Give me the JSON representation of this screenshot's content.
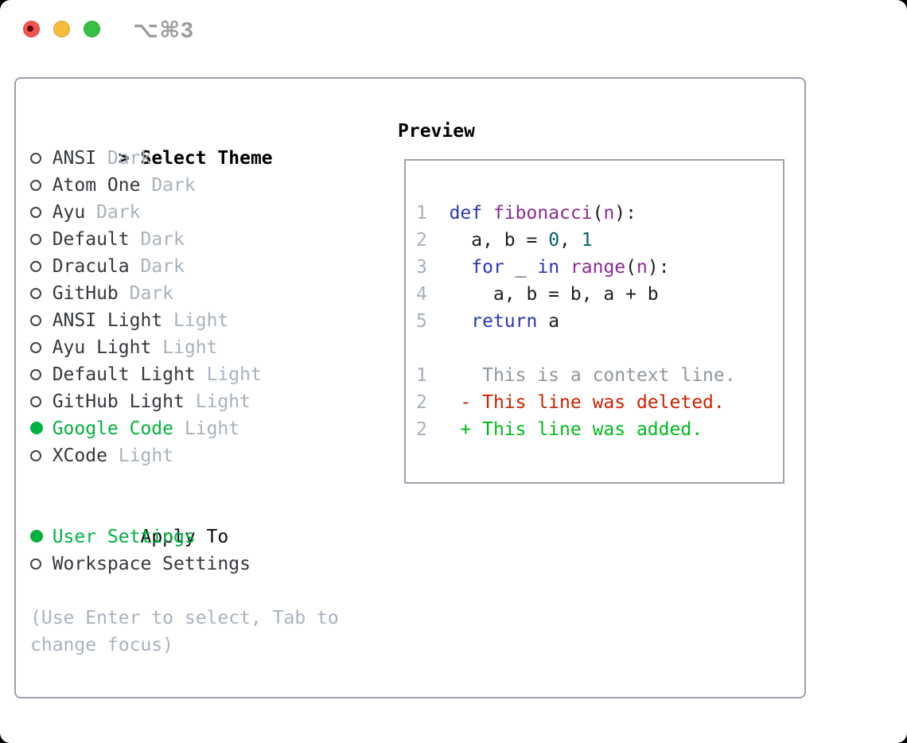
{
  "window": {
    "shortcut_label": "⌥⌘3"
  },
  "theme_panel": {
    "title": "Select Theme",
    "title_marker": ">",
    "themes": [
      {
        "name": "ANSI",
        "variant": "Dark",
        "selected": false
      },
      {
        "name": "Atom One",
        "variant": "Dark",
        "selected": false
      },
      {
        "name": "Ayu",
        "variant": "Dark",
        "selected": false
      },
      {
        "name": "Default",
        "variant": "Dark",
        "selected": false
      },
      {
        "name": "Dracula",
        "variant": "Dark",
        "selected": false
      },
      {
        "name": "GitHub",
        "variant": "Dark",
        "selected": false
      },
      {
        "name": "ANSI Light",
        "variant": "Light",
        "selected": false
      },
      {
        "name": "Ayu Light",
        "variant": "Light",
        "selected": false
      },
      {
        "name": "Default Light",
        "variant": "Light",
        "selected": false
      },
      {
        "name": "GitHub Light",
        "variant": "Light",
        "selected": false
      },
      {
        "name": "Google Code",
        "variant": "Light",
        "selected": true
      },
      {
        "name": "XCode",
        "variant": "Light",
        "selected": false
      }
    ],
    "apply_section": {
      "title": "Apply To",
      "options": [
        {
          "name": "User Settings",
          "selected": true
        },
        {
          "name": "Workspace Settings",
          "selected": false
        }
      ]
    },
    "help_text": "(Use Enter to select, Tab to change focus)"
  },
  "preview_panel": {
    "title": "Preview",
    "lines": [
      {
        "num": "1",
        "tokens": [
          {
            "text": "  ",
            "style": "plain"
          },
          {
            "text": "def ",
            "style": "keyword"
          },
          {
            "text": "fibonacci",
            "style": "function"
          },
          {
            "text": "(",
            "style": "plain"
          },
          {
            "text": "n",
            "style": "function"
          },
          {
            "text": "):",
            "style": "plain"
          }
        ]
      },
      {
        "num": "2",
        "tokens": [
          {
            "text": "    a, b = ",
            "style": "plain"
          },
          {
            "text": "0",
            "style": "literal"
          },
          {
            "text": ", ",
            "style": "plain"
          },
          {
            "text": "1",
            "style": "literal"
          }
        ]
      },
      {
        "num": "3",
        "tokens": [
          {
            "text": "    ",
            "style": "plain"
          },
          {
            "text": "for",
            "style": "keyword"
          },
          {
            "text": " _ ",
            "style": "plain"
          },
          {
            "text": "in",
            "style": "keyword"
          },
          {
            "text": " ",
            "style": "plain"
          },
          {
            "text": "range",
            "style": "function"
          },
          {
            "text": "(",
            "style": "plain"
          },
          {
            "text": "n",
            "style": "function"
          },
          {
            "text": "):",
            "style": "plain"
          }
        ]
      },
      {
        "num": "4",
        "tokens": [
          {
            "text": "      a, b = b, a + b",
            "style": "plain"
          }
        ]
      },
      {
        "num": "5",
        "tokens": [
          {
            "text": "    ",
            "style": "plain"
          },
          {
            "text": "return",
            "style": "keyword"
          },
          {
            "text": " a",
            "style": "plain"
          }
        ]
      },
      {
        "num": "",
        "tokens": []
      },
      {
        "num": "1",
        "tokens": [
          {
            "text": "     This is a context line.",
            "style": "context"
          }
        ]
      },
      {
        "num": "2",
        "tokens": [
          {
            "text": "   - This line was deleted.",
            "style": "deleted"
          }
        ]
      },
      {
        "num": "2",
        "tokens": [
          {
            "text": "   + This line was added.",
            "style": "added"
          }
        ]
      }
    ]
  },
  "colors": {
    "selection_green": "#00b140",
    "diff_added": "#00ba1d",
    "diff_deleted": "#cb2200",
    "diff_context": "#8f979e",
    "code_keyword": "#2a35b8",
    "code_function": "#8b2a94",
    "code_literal": "#00646e",
    "code_plain": "#1c1c1c",
    "linenum_gray": "#a7b0bf",
    "item_dark": "#34383d",
    "muted_gray": "#a9b2bd",
    "circle_outline": "#3f4449",
    "frame_border": "#9aa2ac",
    "shortcut_gray": "#9b9b9b",
    "traffic_red": "#f4554f",
    "traffic_red_dot": "#5d0c0a",
    "traffic_yellow": "#f6bd3a",
    "traffic_green": "#36c140"
  }
}
